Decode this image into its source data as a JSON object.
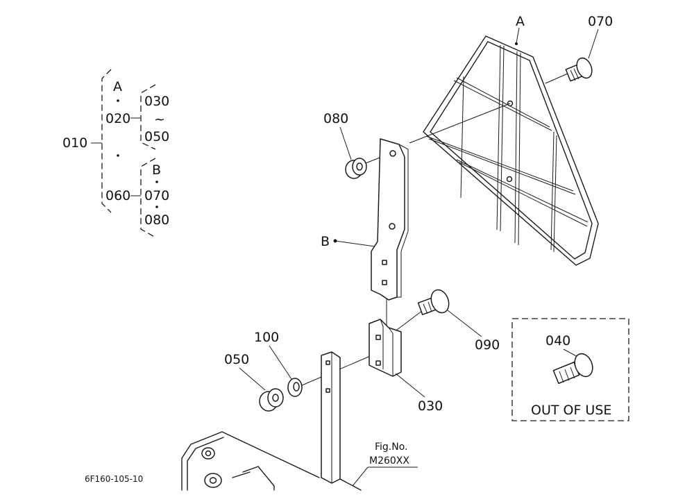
{
  "tree": {
    "root": "010",
    "group_a": {
      "marker": "A",
      "part": "020",
      "range_from": "030",
      "range_sep": "~",
      "range_to": "050"
    },
    "group_b": {
      "part": "060",
      "marker": "B",
      "item1": "070",
      "item2": "080"
    }
  },
  "callouts": {
    "a": "A",
    "b": "B",
    "p030": "030",
    "p050": "050",
    "p070": "070",
    "p080": "080",
    "p090": "090",
    "p100": "100",
    "p040": "040"
  },
  "out_of_use": {
    "label": "OUT OF USE",
    "part": "040"
  },
  "figure": {
    "line1": "Fig.No.",
    "line2": "M260XX"
  },
  "drawing_code": "6F160-105-10"
}
